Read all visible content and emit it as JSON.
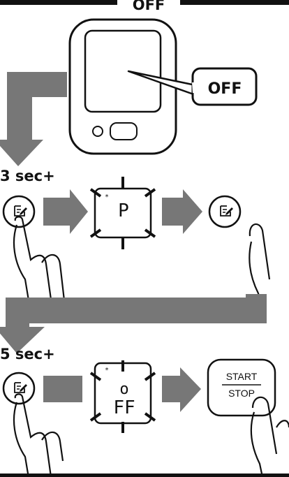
{
  "title_label": "OFF",
  "device": {
    "callout_label": "OFF"
  },
  "step1": {
    "duration_label": "3 sec+",
    "display_symbol": "*",
    "display_char": "P",
    "memo_icon": "memo-pencil-icon"
  },
  "step2": {
    "duration_label": "5 sec+",
    "display_symbol": "*",
    "display_char_top": "o",
    "display_char_bottom": "FF",
    "start_label": "START",
    "stop_label": "STOP"
  },
  "colors": {
    "arrow": "#777777",
    "ink": "#111111"
  }
}
